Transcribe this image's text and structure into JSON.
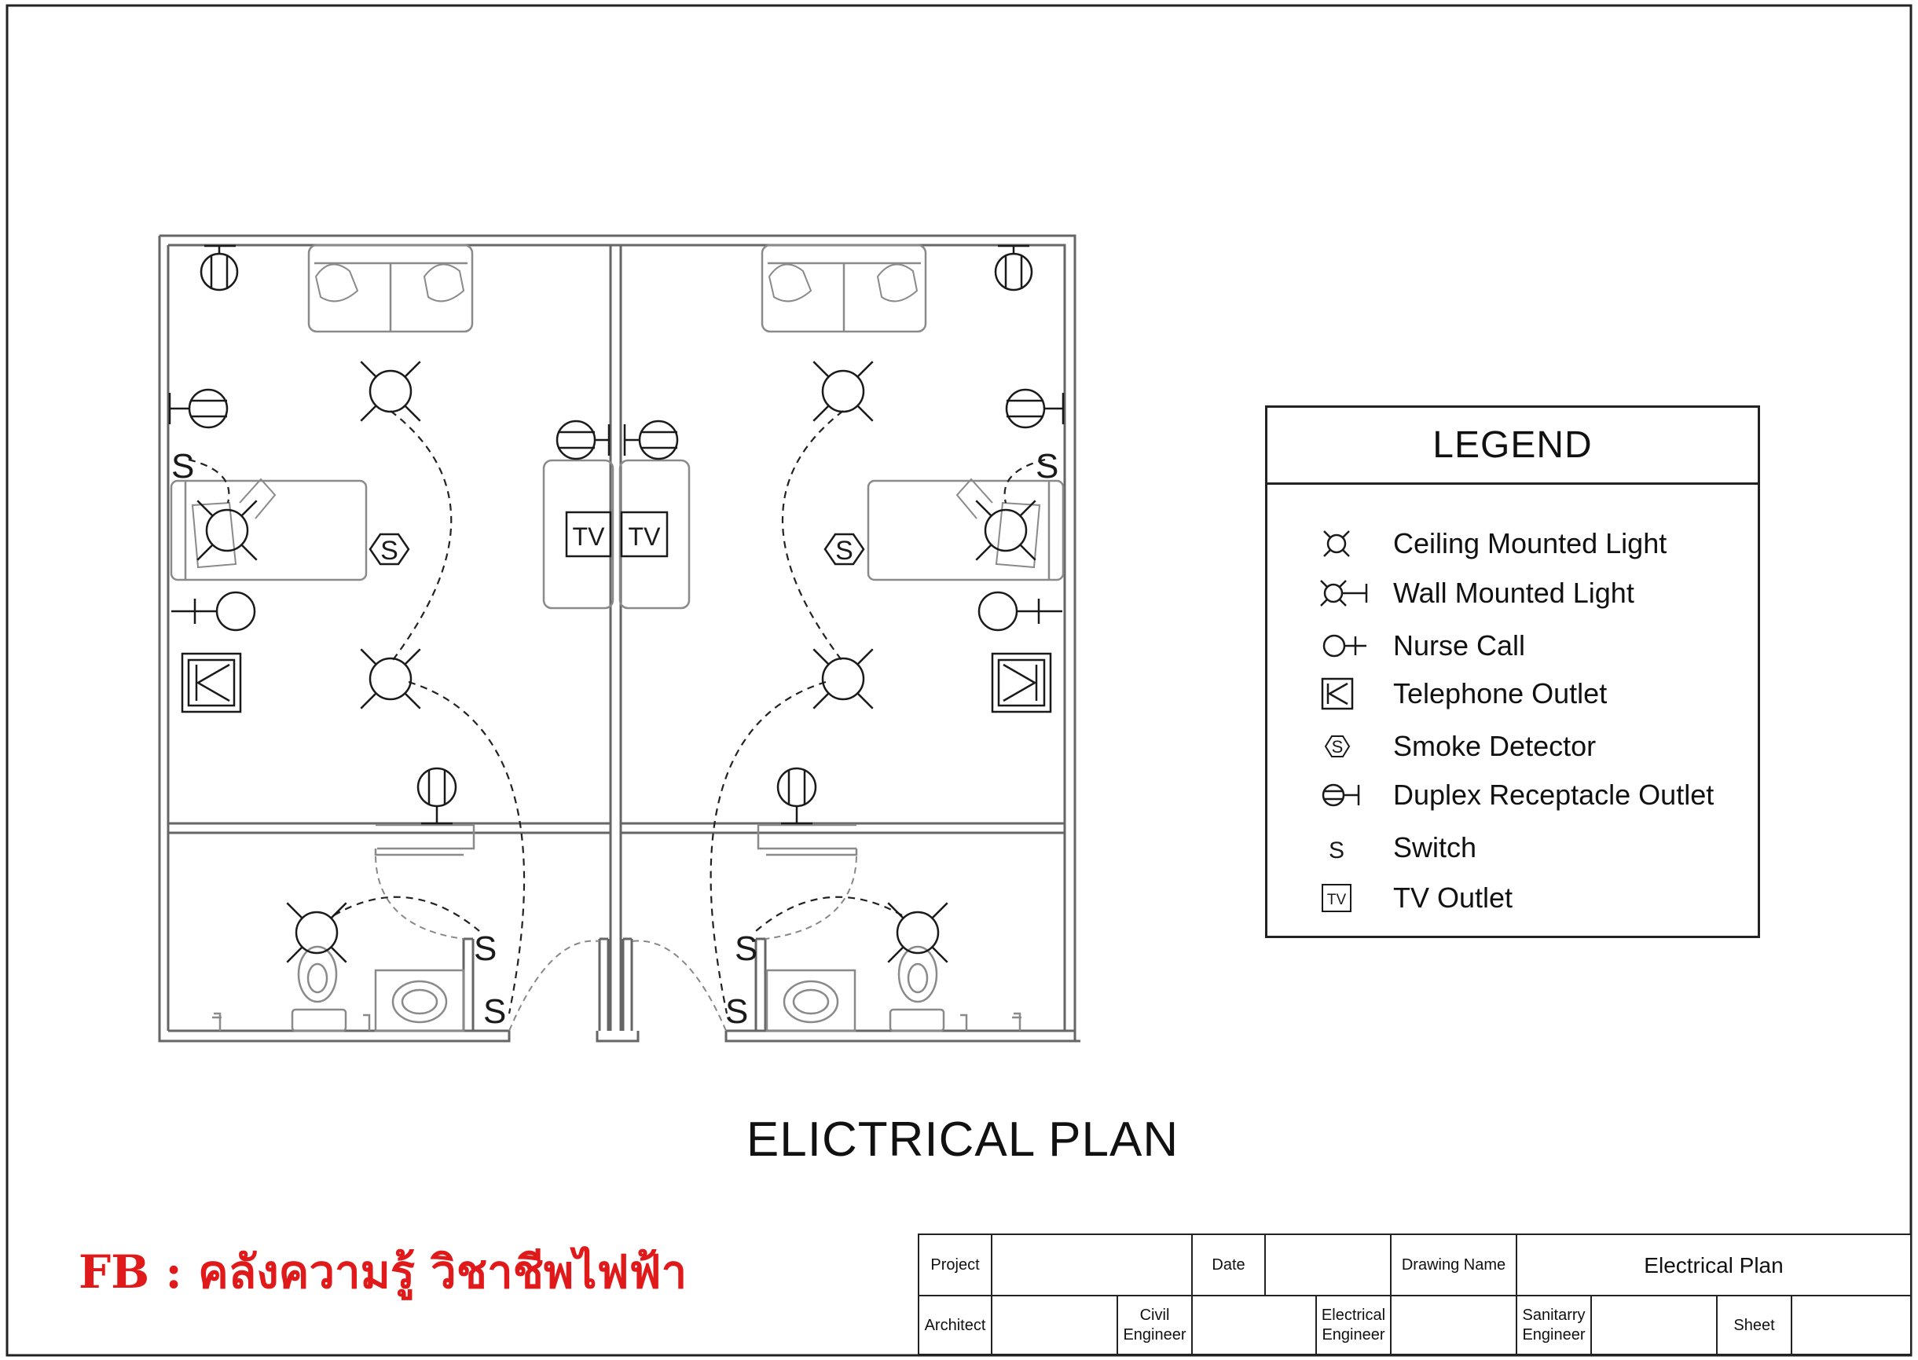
{
  "legend": {
    "title": "LEGEND",
    "items": [
      {
        "icon": "ceiling-light-icon",
        "label": "Ceiling Mounted Light"
      },
      {
        "icon": "wall-light-icon",
        "label": "Wall Mounted Light"
      },
      {
        "icon": "nurse-call-icon",
        "label": "Nurse Call"
      },
      {
        "icon": "telephone-outlet-icon",
        "label": "Telephone Outlet"
      },
      {
        "icon": "smoke-detector-icon",
        "label": "Smoke Detector",
        "symbol_text": "S"
      },
      {
        "icon": "duplex-receptacle-icon",
        "label": "Duplex Receptacle Outlet"
      },
      {
        "icon": "switch-icon",
        "label": "Switch",
        "symbol_text": "S"
      },
      {
        "icon": "tv-outlet-icon",
        "label": "TV Outlet",
        "symbol_text": "TV"
      }
    ]
  },
  "plan": {
    "title": "ELICTRICAL PLAN",
    "switch_text": "S",
    "smoke_text": "S",
    "tv_text": "TV"
  },
  "watermark": "FB : คลังความรู้ วิชาชีพไฟฟ้า",
  "title_block": {
    "project_label": "Project",
    "date_label": "Date",
    "drawing_name_label": "Drawing Name",
    "drawing_name_value": "Electrical Plan",
    "architect_label": "Architect",
    "civil_label_1": "Civil",
    "civil_label_2": "Engineer",
    "electrical_label_1": "Electrical",
    "electrical_label_2": "Engineer",
    "sanitary_label_1": "Sanitarry",
    "sanitary_label_2": "Engineer",
    "sheet_label": "Sheet"
  },
  "colors": {
    "line": "#2a2a2a",
    "furniture": "#8a8a8a",
    "watermark": "#e01a1a"
  }
}
